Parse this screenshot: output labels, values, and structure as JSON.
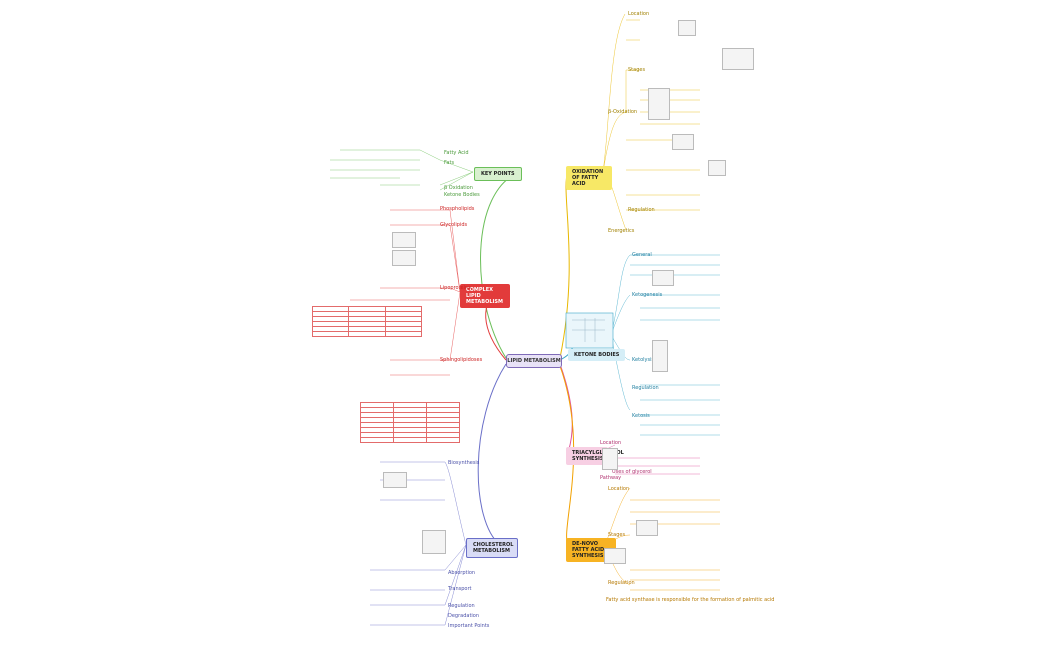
{
  "root": {
    "label": "LIPID METABOLISM"
  },
  "branches": [
    {
      "key": "key_points",
      "label": "KEY POINTS",
      "color": "#6bbf59",
      "fill": "#d8f0cf"
    },
    {
      "key": "complex_lipid",
      "label": "COMPLEX LIPID METABOLISM",
      "color": "#e23b3b",
      "fill": "#e23b3b"
    },
    {
      "key": "cholesterol",
      "label": "CHOLESTEROL METABOLISM",
      "color": "#6a6fc8",
      "fill": "#d9dcf6"
    },
    {
      "key": "oxidation",
      "label": "OXIDATION OF FATTY ACID",
      "color": "#e8b800",
      "fill": "#f7e866"
    },
    {
      "key": "ketone",
      "label": "KETONE BODIES",
      "color": "#3aa7c8",
      "fill": "#d5eef7"
    },
    {
      "key": "triacylglycerol",
      "label": "TRIACYLGLYCEROL SYNTHESIS",
      "color": "#e0529c",
      "fill": "#f7cfe3"
    },
    {
      "key": "denovo",
      "label": "DE-NOVO FATTY ACID SYNTHESIS",
      "color": "#f2a100",
      "fill": "#f7b323"
    }
  ],
  "sub": {
    "key_points": [
      "Fatty Acid",
      "Fats",
      "β Oxidation",
      "Ketone Bodies"
    ],
    "complex_lipid": [
      "Phospholipids",
      "Glycolipids",
      "Lipoproteins",
      "Sphingolipidoses"
    ],
    "cholesterol": [
      "Biosynthesis",
      "Absorption",
      "Transport",
      "Regulation",
      "Degradation",
      "Important Points"
    ],
    "oxidation": [
      "Location",
      "Stages",
      "β-Oxidation",
      "Regulation",
      "Energetics"
    ],
    "ketone": [
      "General",
      "Ketogenesis",
      "Ketolysis",
      "Regulation",
      "Ketosis"
    ],
    "triacylglycerol": [
      "Location",
      "Pathway",
      "Uses of glycerol"
    ],
    "denovo": [
      "Location",
      "Stages",
      "Regulation"
    ]
  },
  "footer_note": "Fatty acid synthase is responsible for the formation of palmitic acid"
}
